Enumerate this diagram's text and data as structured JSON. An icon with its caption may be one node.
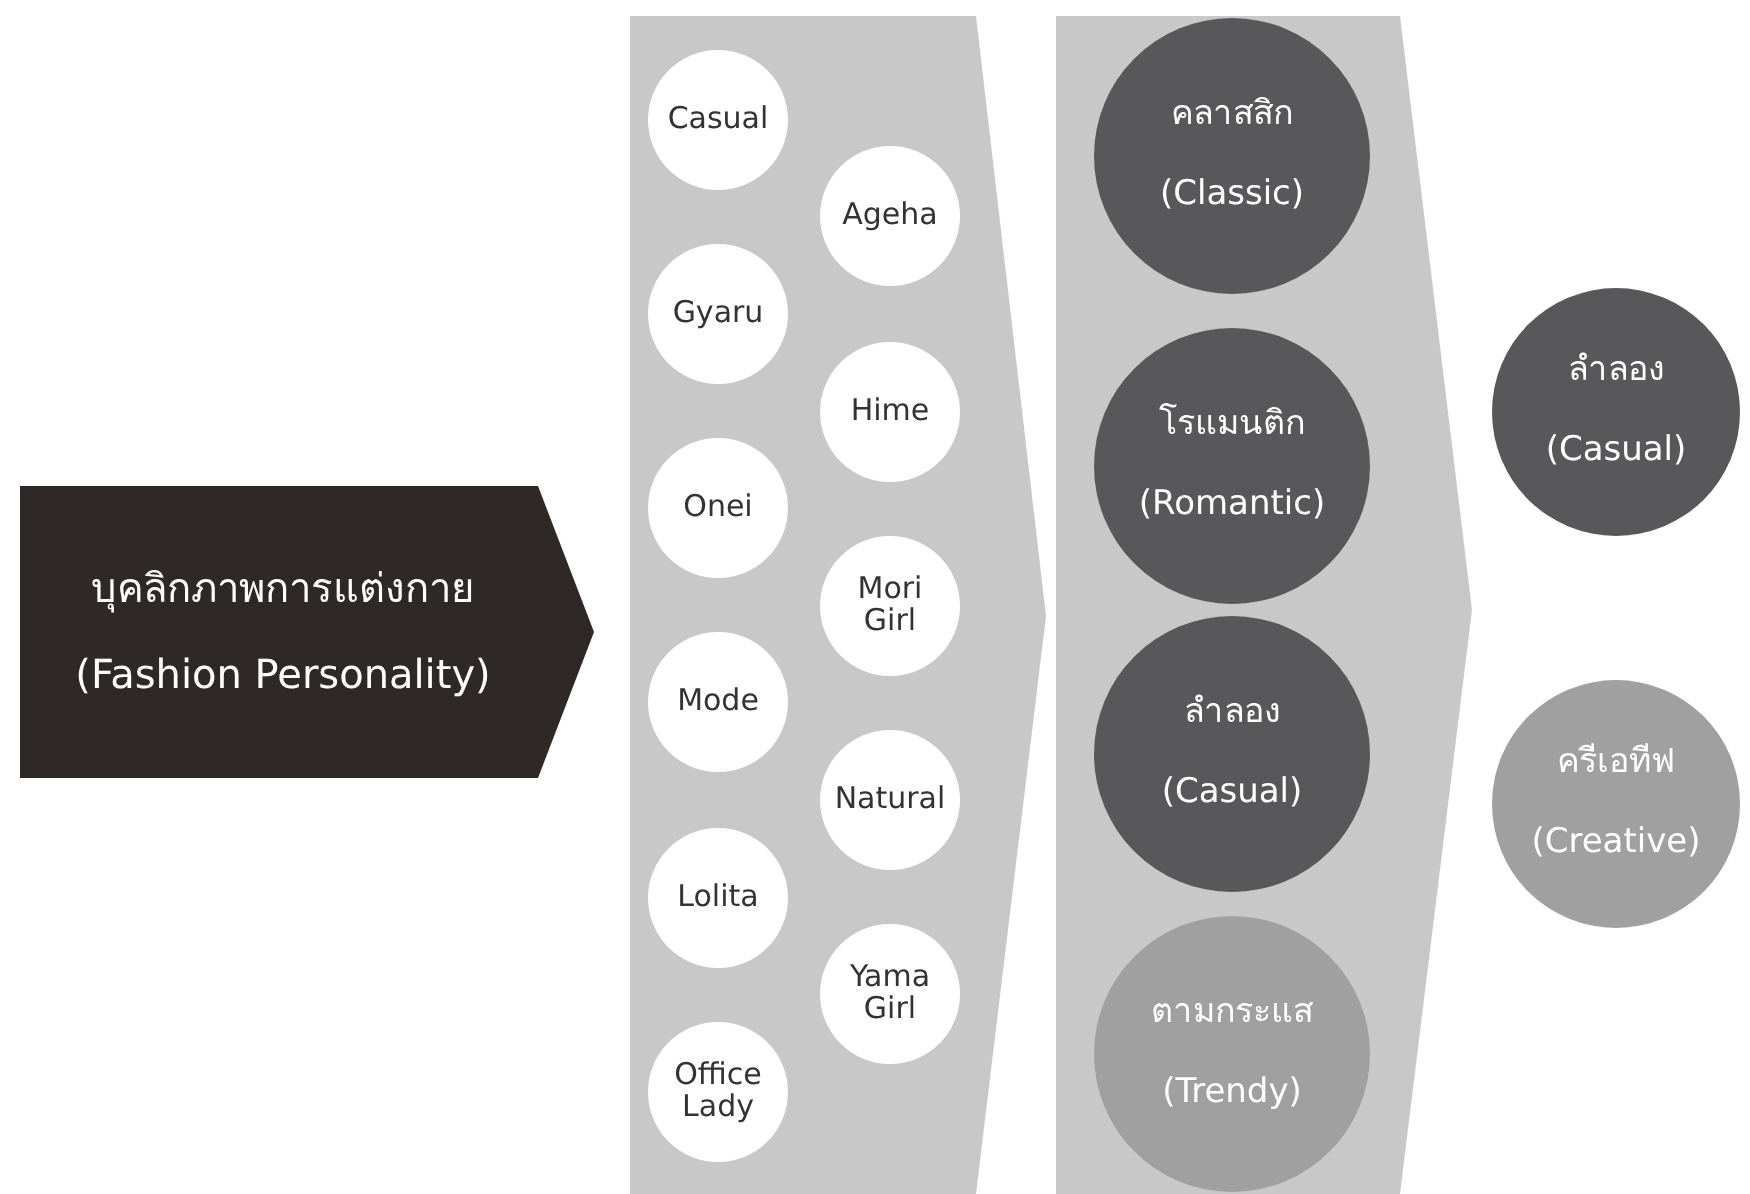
{
  "diagram": {
    "nodes": [
      {
        "text": [
          "บุคลิกภาพการแต่งกาย",
          "(Fashion Personality)"
        ]
      },
      {
        "text": [],
        "shape": "band"
      },
      {
        "text": [
          "Casual"
        ],
        "in": 1
      },
      {
        "text": [
          "Ageha"
        ],
        "in": 1
      },
      {
        "text": [
          "Gyaru"
        ],
        "in": 1
      },
      {
        "text": [
          "Hime"
        ],
        "in": 1
      },
      {
        "text": [
          "Onei"
        ],
        "in": 1
      },
      {
        "text": [
          "Mori Girl"
        ],
        "in": 1
      },
      {
        "text": [
          "Mode"
        ],
        "in": 1
      },
      {
        "text": [
          "Natural"
        ],
        "in": 1
      },
      {
        "text": [
          "Lolita"
        ],
        "in": 1
      },
      {
        "text": [
          "Yama Girl"
        ],
        "in": 1
      },
      {
        "text": [
          "Office Lady"
        ],
        "in": 1
      },
      {
        "text": [],
        "shape": "band"
      },
      {
        "text": [
          "คลาสสิก",
          "(Classic)"
        ],
        "in": 13
      },
      {
        "text": [
          "โรแมนติก",
          "(Romantic)"
        ],
        "in": 13
      },
      {
        "text": [
          "ลำลอง",
          "(Casual)"
        ],
        "in": 13
      },
      {
        "text": [
          "ตามกระแส",
          "(Trendy)"
        ],
        "in": 13
      },
      {
        "text": [
          "ลำลอง",
          "(Casual)"
        ]
      },
      {
        "text": [
          "ครีเอทีฟ",
          "(Creative)"
        ]
      }
    ],
    "edges": []
  }
}
